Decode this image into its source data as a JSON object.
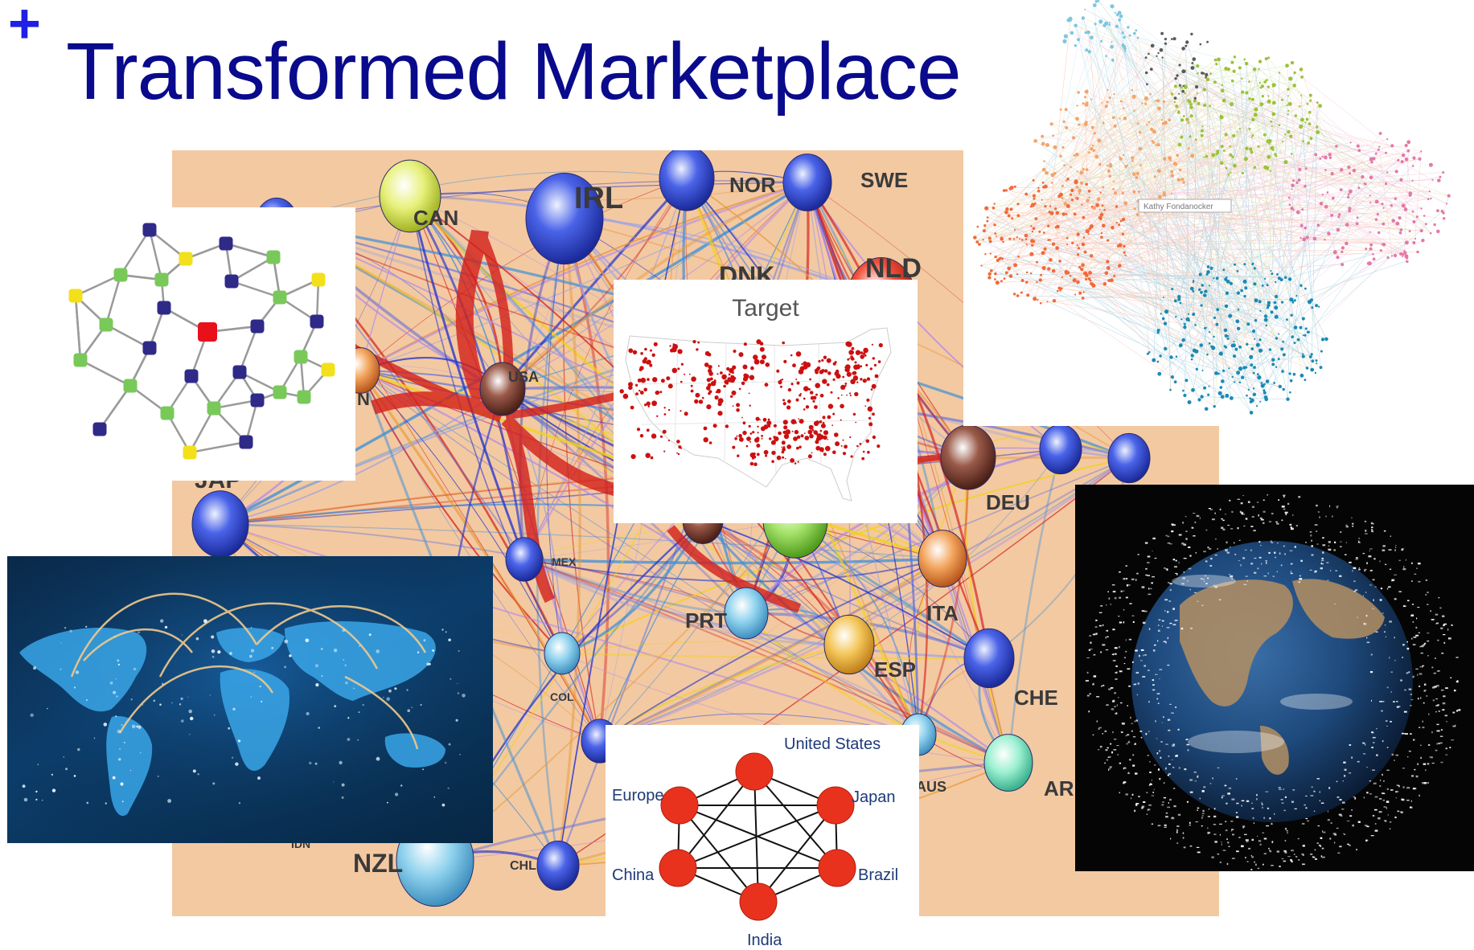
{
  "slide": {
    "bullet": "+",
    "title": "Transformed Marketplace"
  },
  "trade_network": {
    "country_labels": [
      "CAN",
      "IRL",
      "NOR",
      "SWE",
      "NLD",
      "USA",
      "DEU",
      "ITA",
      "ESP",
      "PRT",
      "COL",
      "MEX",
      "CHE",
      "ARE",
      "AUS",
      "CHL",
      "NZL",
      "IDN",
      "DNK",
      "N",
      "JAP"
    ]
  },
  "target_map": {
    "title": "Target"
  },
  "social_graph": {
    "label": "Kathy Fondanocker"
  },
  "country_graph": {
    "nodes": [
      "United States",
      "Japan",
      "Brazil",
      "India",
      "China",
      "Europe"
    ]
  },
  "colors": {
    "title": "#0a0a8c",
    "bullet": "#1f1fe6",
    "trade_bg": "#f3c9a2",
    "node_red": "#e8321e"
  }
}
